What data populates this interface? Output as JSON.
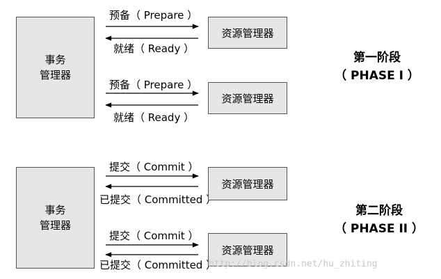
{
  "phase1": {
    "transaction_manager": {
      "line1": "事务",
      "line2": "管理器"
    },
    "rows": [
      {
        "request_label": "预备（ Prepare ）",
        "response_label": "就绪（ Ready ）",
        "resource_manager": "资源管理器"
      },
      {
        "request_label": "预备（ Prepare ）",
        "response_label": "就绪（ Ready ）",
        "resource_manager": "资源管理器"
      }
    ],
    "title": "第一阶段",
    "subtitle": "（ PHASE I ）"
  },
  "phase2": {
    "transaction_manager": {
      "line1": "事务",
      "line2": "管理器"
    },
    "rows": [
      {
        "request_label": "提交（ Commit ）",
        "response_label": "已提交（ Committed ）",
        "resource_manager": "资源管理器"
      },
      {
        "request_label": "提交（ Commit ）",
        "response_label": "已提交（ Committed ）",
        "resource_manager": "资源管理器"
      }
    ],
    "title": "第二阶段",
    "subtitle": "（ PHASE II ）"
  },
  "watermark": "http://blog.csdn.net/hu_zhiting"
}
